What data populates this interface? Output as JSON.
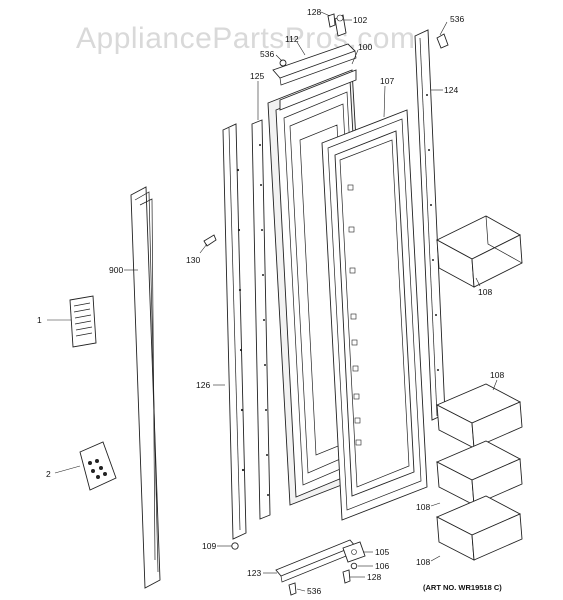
{
  "watermark": "AppliancePartsPros.com",
  "art_number": "(ART NO. WR19518 C)",
  "callouts": {
    "c128_top": "128",
    "c102": "102",
    "c536_top_right": "536",
    "c536_left": "536",
    "c112": "112",
    "c100": "100",
    "c125": "125",
    "c107": "107",
    "c124": "124",
    "c130": "130",
    "c900": "900",
    "c108_a": "108",
    "c1": "1",
    "c126": "126",
    "c108_b": "108",
    "c2": "2",
    "c108_c": "108",
    "c109": "109",
    "c105": "105",
    "c106": "106",
    "c123": "123",
    "c128_bottom": "128",
    "c108_d": "108",
    "c536_bottom": "536"
  },
  "colors": {
    "line": "#222222",
    "watermark": "#d9d9d9",
    "background": "#ffffff"
  }
}
